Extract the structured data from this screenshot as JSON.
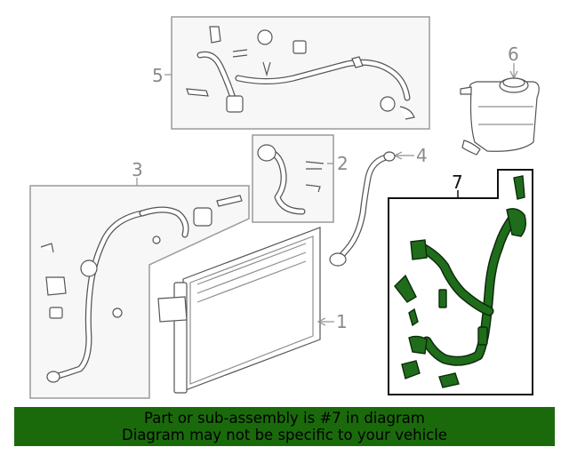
{
  "callouts": {
    "c1": "1",
    "c2": "2",
    "c3": "3",
    "c4": "4",
    "c5": "5",
    "c6": "6",
    "c7": "7"
  },
  "banner": {
    "line1": "Part or sub-assembly is #7 in diagram",
    "line2": "Diagram may not be specific to your vehicle"
  },
  "colors": {
    "highlight": "#1f6d1a",
    "banner_bg": "#1a6a0c",
    "line_gray": "#8f8f8f"
  }
}
